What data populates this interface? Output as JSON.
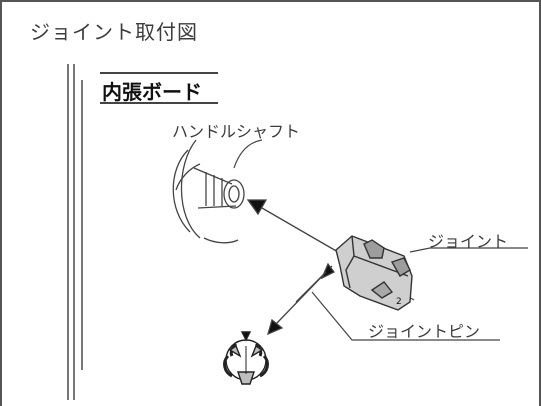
{
  "title": "ジョイント取付図",
  "labels": {
    "board": "内張ボード",
    "handle_shaft": "ハンドルシャフト",
    "joint": "ジョイント",
    "joint_pin": "ジョイントピン"
  },
  "icons": [
    "door-trim-edge",
    "handle-shaft-illustration",
    "joint-illustration",
    "joint-pin-illustration",
    "arrow"
  ],
  "colors": {
    "line": "#444444",
    "text": "#3c3c3c",
    "fill_gray": "#bdbdbd"
  }
}
